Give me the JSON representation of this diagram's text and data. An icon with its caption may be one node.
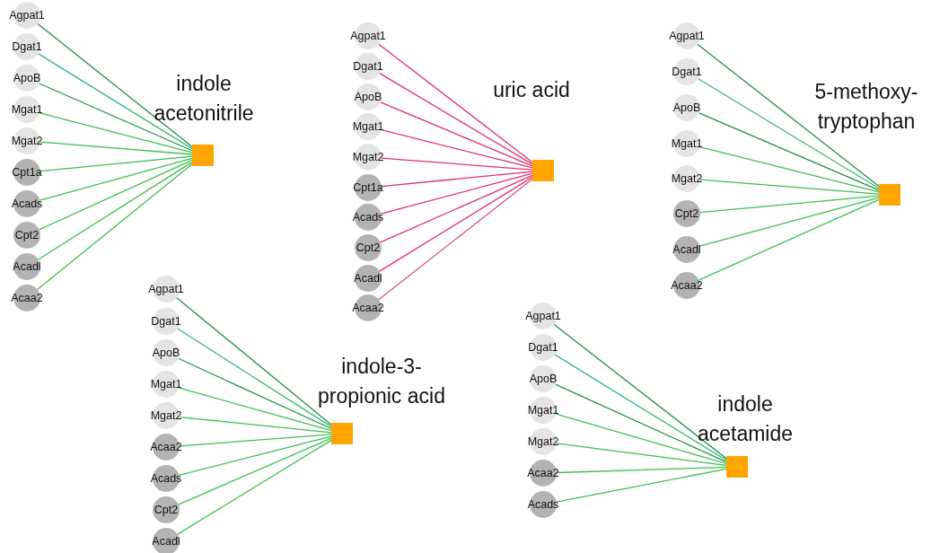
{
  "diagram": {
    "nodes": [
      {
        "text": [
          "Agpat1"
        ]
      },
      {
        "text": [
          "Dgat1"
        ]
      },
      {
        "text": [
          "ApoB"
        ]
      },
      {
        "text": [
          "Mgat1"
        ]
      },
      {
        "text": [
          "Mgat2"
        ]
      },
      {
        "text": [
          "Cpt1a"
        ]
      },
      {
        "text": [
          "Acads"
        ]
      },
      {
        "text": [
          "Cpt2"
        ]
      },
      {
        "text": [
          "Acadl"
        ]
      },
      {
        "text": [
          "Acaa2"
        ]
      },
      {
        "text": [],
        "shape": "box",
        "beside": [
          "indole acetonitrile"
        ]
      },
      {
        "text": [
          "Agpat1"
        ]
      },
      {
        "text": [
          "Dgat1"
        ]
      },
      {
        "text": [
          "ApoB"
        ]
      },
      {
        "text": [
          "Mgat1"
        ]
      },
      {
        "text": [
          "Mgat2"
        ]
      },
      {
        "text": [
          "Cpt1a"
        ]
      },
      {
        "text": [
          "Acads"
        ]
      },
      {
        "text": [
          "Cpt2"
        ]
      },
      {
        "text": [
          "Acadl"
        ]
      },
      {
        "text": [
          "Acaa2"
        ]
      },
      {
        "text": [],
        "shape": "box",
        "beside": [
          "uric acid"
        ]
      },
      {
        "text": [
          "Agpat1"
        ]
      },
      {
        "text": [
          "Dgat1"
        ]
      },
      {
        "text": [
          "ApoB"
        ]
      },
      {
        "text": [
          "Mgat1"
        ]
      },
      {
        "text": [
          "Mgat2"
        ]
      },
      {
        "text": [
          "Cpt2"
        ]
      },
      {
        "text": [
          "Acadl"
        ]
      },
      {
        "text": [
          "Acaa2"
        ]
      },
      {
        "text": [],
        "shape": "box",
        "beside": [
          "5-methoxy- tryptophan"
        ]
      },
      {
        "text": [
          "Agpat1"
        ]
      },
      {
        "text": [
          "Dgat1"
        ]
      },
      {
        "text": [
          "ApoB"
        ]
      },
      {
        "text": [
          "Mgat1"
        ]
      },
      {
        "text": [
          "Mgat2"
        ]
      },
      {
        "text": [
          "Acaa2"
        ]
      },
      {
        "text": [
          "Acads"
        ]
      },
      {
        "text": [
          "Cpt2"
        ]
      },
      {
        "text": [
          "Acadl"
        ]
      },
      {
        "text": [],
        "shape": "box",
        "beside": [
          "indole-3- propionic acid"
        ]
      },
      {
        "text": [
          "Agpat1"
        ]
      },
      {
        "text": [
          "Dgat1"
        ]
      },
      {
        "text": [
          "ApoB"
        ]
      },
      {
        "text": [
          "Mgat1"
        ]
      },
      {
        "text": [
          "Mgat2"
        ]
      },
      {
        "text": [
          "Acaa2"
        ]
      },
      {
        "text": [
          "Acads"
        ]
      },
      {
        "text": [],
        "shape": "box",
        "beside": [
          "indole acetamide"
        ]
      }
    ],
    "edges": [
      {
        "from": 0,
        "to": 10,
        "arrow": "none",
        "color": "#1f8f45"
      },
      {
        "from": 1,
        "to": 10,
        "arrow": "none",
        "color": "#35b87a"
      },
      {
        "from": 2,
        "to": 10,
        "arrow": "none",
        "color": "#1f8f45"
      },
      {
        "from": 3,
        "to": 10,
        "arrow": "none"
      },
      {
        "from": 4,
        "to": 10,
        "arrow": "none"
      },
      {
        "from": 5,
        "to": 10,
        "arrow": "none"
      },
      {
        "from": 6,
        "to": 10,
        "arrow": "none"
      },
      {
        "from": 7,
        "to": 10,
        "arrow": "none"
      },
      {
        "from": 8,
        "to": 10,
        "arrow": "none"
      },
      {
        "from": 9,
        "to": 10,
        "arrow": "none"
      },
      {
        "from": 11,
        "to": 21,
        "arrow": "none",
        "color": "#e0306a"
      },
      {
        "from": 12,
        "to": 21,
        "arrow": "none",
        "color": "#e0306a"
      },
      {
        "from": 13,
        "to": 21,
        "arrow": "none",
        "color": "#e0306a"
      },
      {
        "from": 14,
        "to": 21,
        "arrow": "none",
        "color": "#e0306a"
      },
      {
        "from": 15,
        "to": 21,
        "arrow": "none",
        "color": "#e0306a"
      },
      {
        "from": 16,
        "to": 21,
        "arrow": "none",
        "color": "#e0306a"
      },
      {
        "from": 17,
        "to": 21,
        "arrow": "none",
        "color": "#e0306a"
      },
      {
        "from": 18,
        "to": 21,
        "arrow": "none",
        "color": "#e0306a"
      },
      {
        "from": 19,
        "to": 21,
        "arrow": "none",
        "color": "#e0306a"
      },
      {
        "from": 20,
        "to": 21,
        "arrow": "none",
        "color": "#c85a6a"
      },
      {
        "from": 22,
        "to": 30,
        "arrow": "none",
        "color": "#1f8f45"
      },
      {
        "from": 23,
        "to": 30,
        "arrow": "none",
        "color": "#35b87a"
      },
      {
        "from": 24,
        "to": 30,
        "arrow": "none",
        "color": "#1f8f45"
      },
      {
        "from": 25,
        "to": 30,
        "arrow": "none"
      },
      {
        "from": 26,
        "to": 30,
        "arrow": "none"
      },
      {
        "from": 27,
        "to": 30,
        "arrow": "none"
      },
      {
        "from": 28,
        "to": 30,
        "arrow": "none"
      },
      {
        "from": 29,
        "to": 30,
        "arrow": "none"
      },
      {
        "from": 31,
        "to": 40,
        "arrow": "none",
        "color": "#1f8f45"
      },
      {
        "from": 32,
        "to": 40,
        "arrow": "none",
        "color": "#35b87a"
      },
      {
        "from": 33,
        "to": 40,
        "arrow": "none",
        "color": "#1f8f45"
      },
      {
        "from": 34,
        "to": 40,
        "arrow": "none"
      },
      {
        "from": 35,
        "to": 40,
        "arrow": "none"
      },
      {
        "from": 36,
        "to": 40,
        "arrow": "none"
      },
      {
        "from": 37,
        "to": 40,
        "arrow": "none"
      },
      {
        "from": 38,
        "to": 40,
        "arrow": "none"
      },
      {
        "from": 39,
        "to": 40,
        "arrow": "none"
      },
      {
        "from": 41,
        "to": 48,
        "arrow": "none",
        "color": "#1f8f45"
      },
      {
        "from": 42,
        "to": 48,
        "arrow": "none",
        "color": "#35b87a"
      },
      {
        "from": 43,
        "to": 48,
        "arrow": "none",
        "color": "#1f8f45"
      },
      {
        "from": 44,
        "to": 48,
        "arrow": "none"
      },
      {
        "from": 45,
        "to": 48,
        "arrow": "none"
      },
      {
        "from": 46,
        "to": 48,
        "arrow": "none"
      },
      {
        "from": 47,
        "to": 48,
        "arrow": "none"
      }
    ]
  }
}
